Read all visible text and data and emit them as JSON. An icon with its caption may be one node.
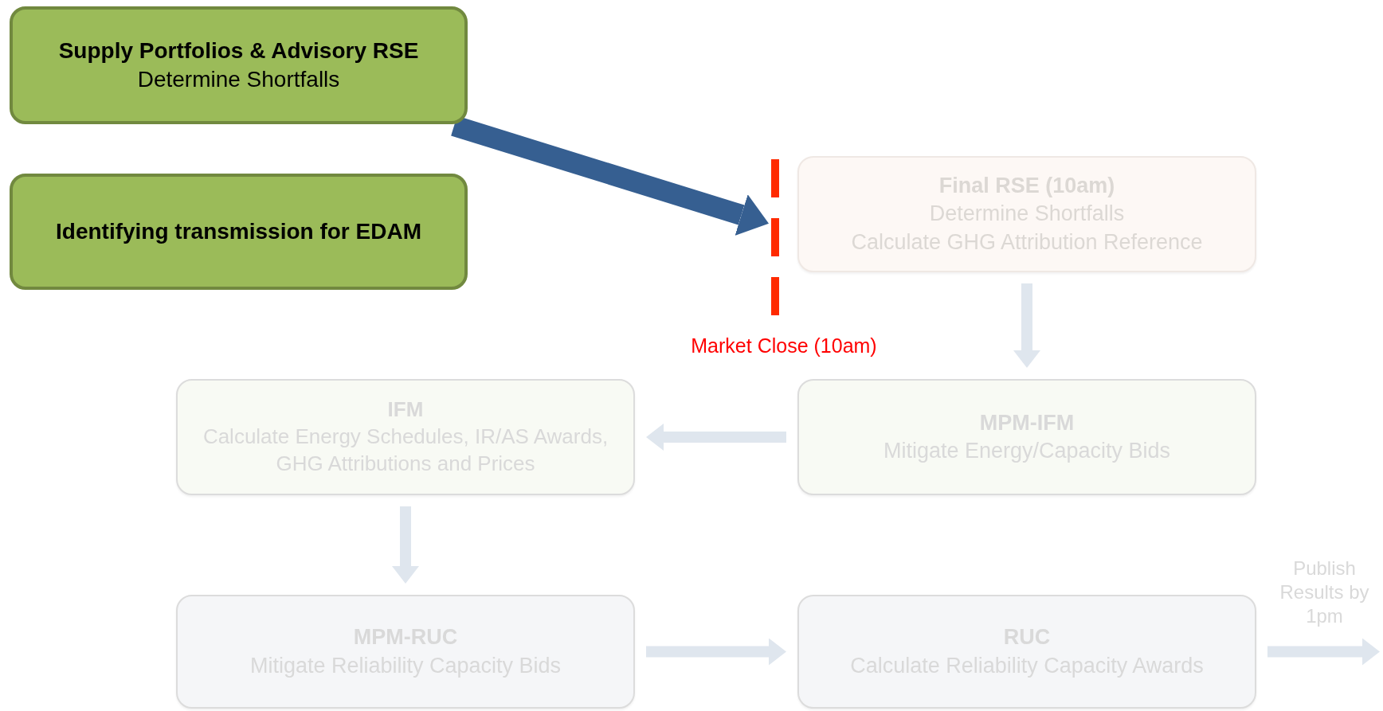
{
  "diagram": {
    "nodes": [
      {
        "text": [
          "Supply Portfolios & Advisory RSE",
          "Determine Shortfalls"
        ]
      },
      {
        "text": [
          "Identifying transmission for EDAM"
        ]
      },
      {
        "text": [
          "Final RSE (10am)",
          "Determine Shortfalls",
          "Calculate GHG Attribution Reference"
        ]
      },
      {
        "text": [
          "MPM-IFM",
          "Mitigate Energy/Capacity Bids"
        ]
      },
      {
        "text": [
          "IFM",
          "Calculate Energy Schedules, IR/AS Awards, GHG Attributions and Prices"
        ]
      },
      {
        "text": [
          "MPM-RUC",
          "Mitigate Reliability Capacity Bids"
        ]
      },
      {
        "text": [
          "RUC",
          "Calculate Reliability Capacity Awards"
        ]
      }
    ],
    "edges": [
      {
        "from": 0,
        "to": 2,
        "arrow": "to",
        "style": "thick",
        "color": "#365f91"
      },
      {
        "from": 2,
        "to": 3,
        "arrow": "to"
      },
      {
        "from": 3,
        "to": 4,
        "arrow": "to"
      },
      {
        "from": 4,
        "to": 5,
        "arrow": "to"
      },
      {
        "from": 5,
        "to": 6,
        "arrow": "to"
      },
      {
        "from": 6,
        "to": null,
        "arrow": "to",
        "label": "Publish Results by 1pm"
      }
    ],
    "labels": [
      "Market Close (10am)"
    ]
  }
}
